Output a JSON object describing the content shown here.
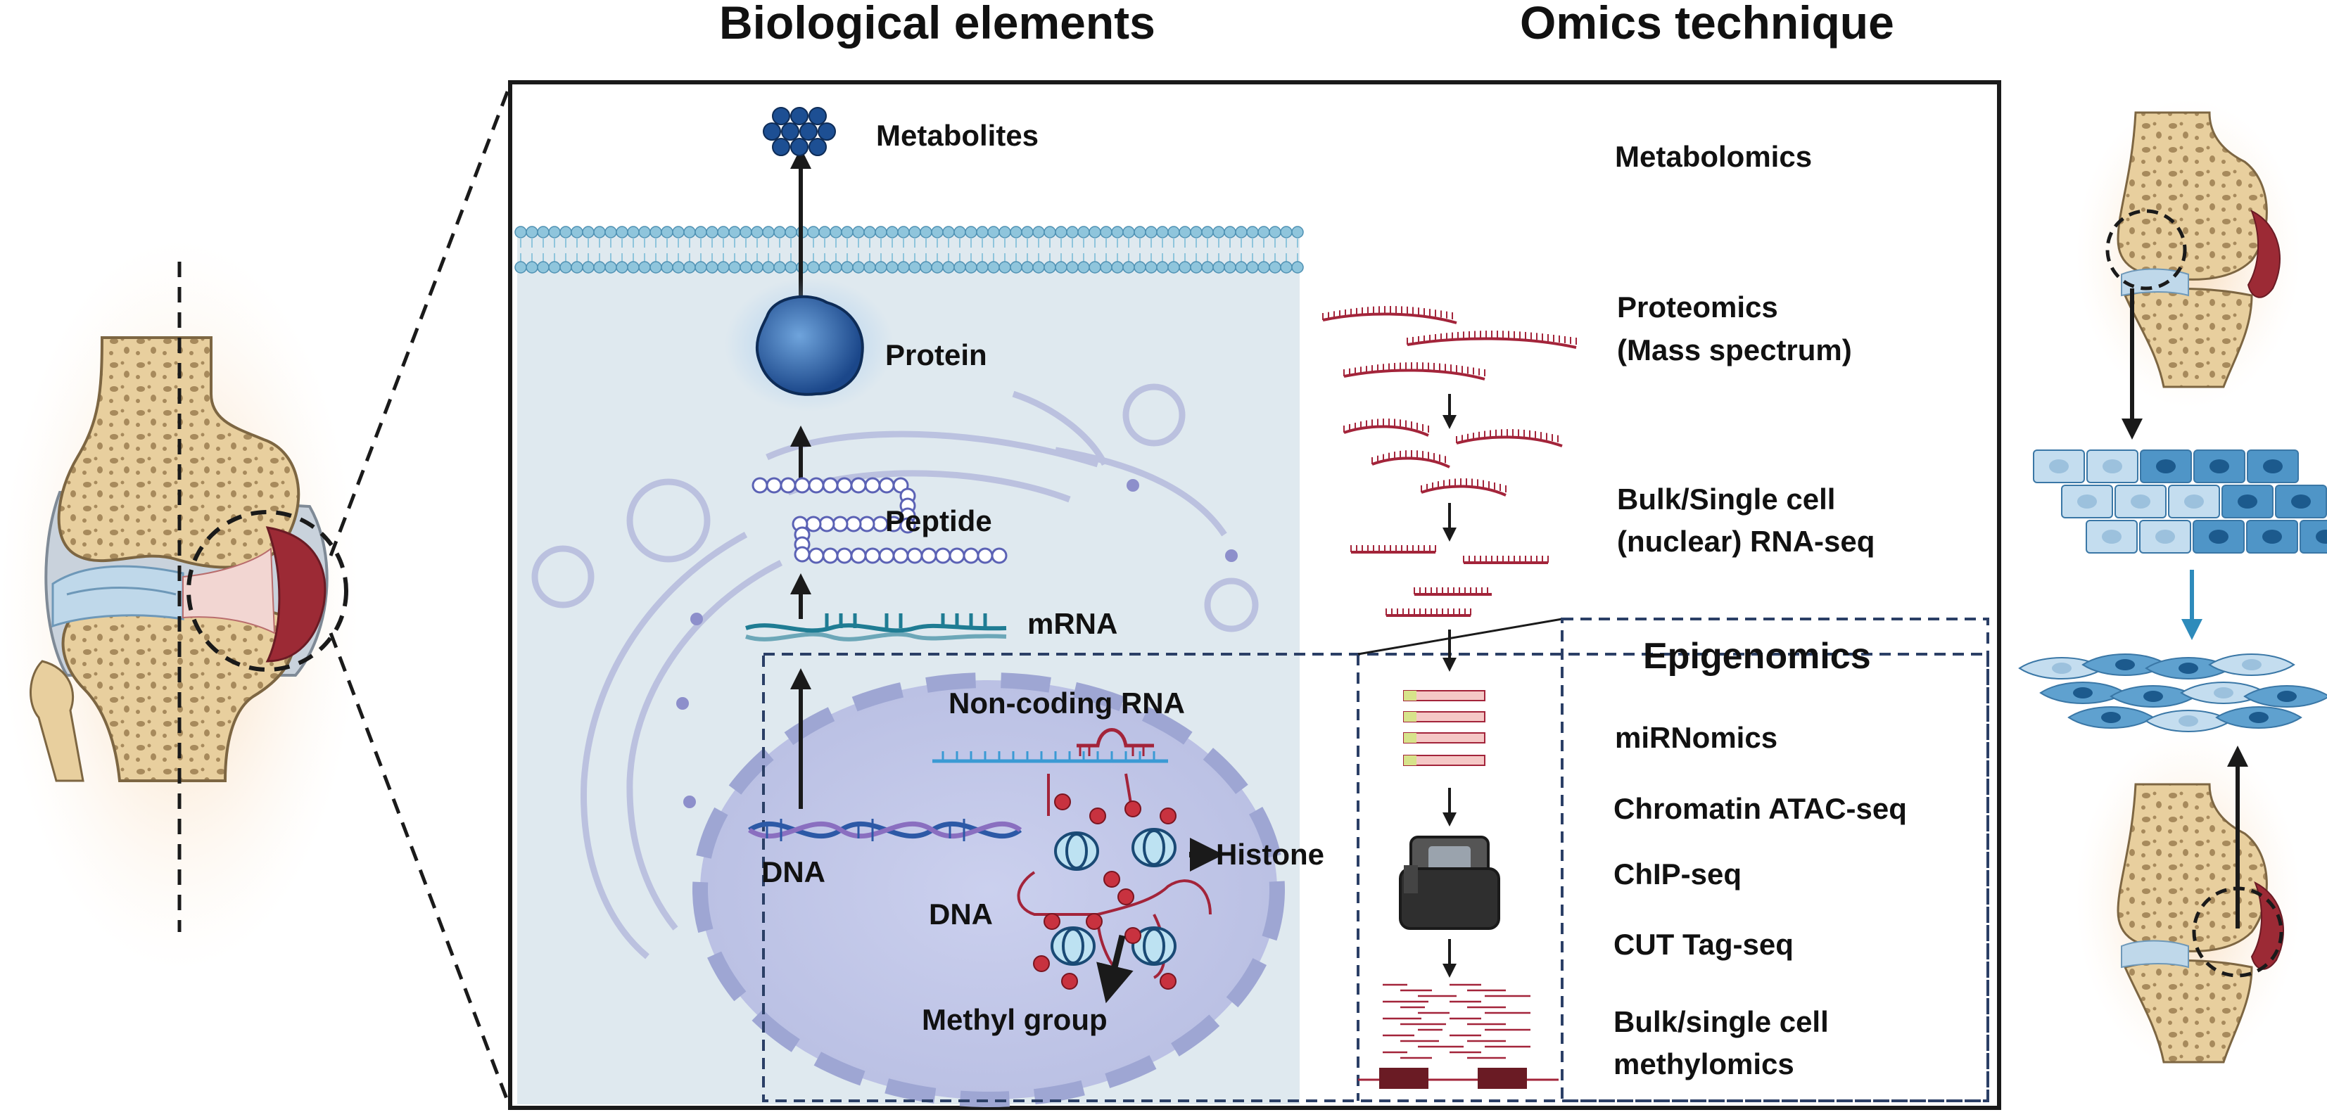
{
  "headings": {
    "biological": "Biological elements",
    "omics": "Omics technique"
  },
  "bio_labels": {
    "metabolites": "Metabolites",
    "protein": "Protein",
    "peptide": "Peptide",
    "mrna": "mRNA",
    "ncrna": "Non-coding RNA",
    "dna_helix": "DNA",
    "histone": "Histone",
    "dna_chromatin": "DNA",
    "methyl": "Methyl group"
  },
  "omics_labels": {
    "metabolomics": "Metabolomics",
    "proteomics_1": "Proteomics",
    "proteomics_2": "(Mass spectrum)",
    "rnaseq_1": "Bulk/Single cell",
    "rnaseq_2": "(nuclear) RNA-seq",
    "epigenomics": "Epigenomics",
    "mirnomics": "miRNomics",
    "atac": "Chromatin ATAC-seq",
    "chip": "ChIP-seq",
    "cut": "CUT Tag-seq",
    "methyl_1": "Bulk/single cell",
    "methyl_2": "methylomics"
  },
  "colors": {
    "bone": "#e8cf9e",
    "bone_pore": "#a78a5c",
    "cartilage": "#bfd8ea",
    "synovium": "#9c2a35",
    "cell_bg": "#dfe9ef",
    "nucleus": "#c3c8e6",
    "membrane": "#8fc5dc",
    "protein": "#1d4f93",
    "rna_red": "#a3243a",
    "mrna_teal": "#1f7c93",
    "dna_blue": "#2c59a6",
    "cells_blue": "#4f95c7",
    "frame": "#1a1a1a",
    "dash_box": "#2b3f66"
  }
}
